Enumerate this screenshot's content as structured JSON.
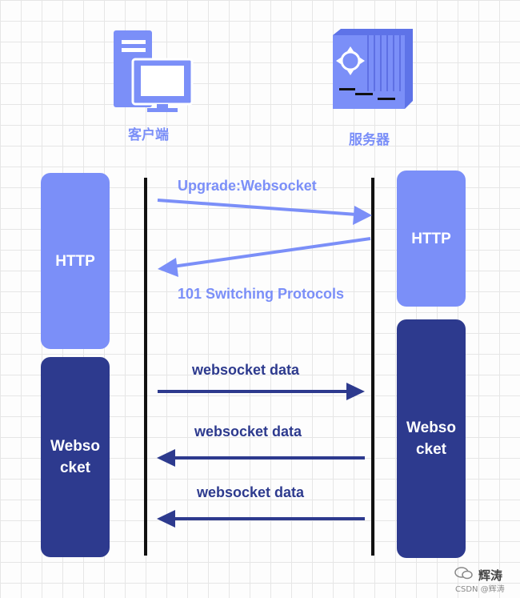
{
  "client": {
    "label": "客户端",
    "icon": "client-computer-icon"
  },
  "server": {
    "label": "服务器",
    "icon": "server-icon"
  },
  "client_protocols": {
    "http": "HTTP",
    "websocket": "Webso\ncket"
  },
  "server_protocols": {
    "http": "HTTP",
    "websocket": "Webso\ncket"
  },
  "messages": {
    "upgrade": "Upgrade:Websocket",
    "switching": "101 Switching Protocols",
    "data_1": "websocket data",
    "data_2": "websocket data",
    "data_3": "websocket data"
  },
  "watermark": {
    "name": "辉涛",
    "source": "CSDN @辉涛"
  },
  "colors": {
    "light": "#7b8ff8",
    "dark": "#2d3a8e",
    "lifeline": "#111111"
  }
}
